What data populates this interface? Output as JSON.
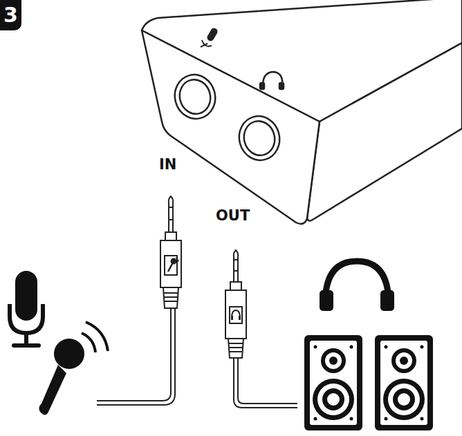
{
  "diagram": {
    "nodes": [
      {
        "text": [
          "3"
        ]
      }
    ],
    "labels": [
      "IN",
      "OUT"
    ]
  }
}
